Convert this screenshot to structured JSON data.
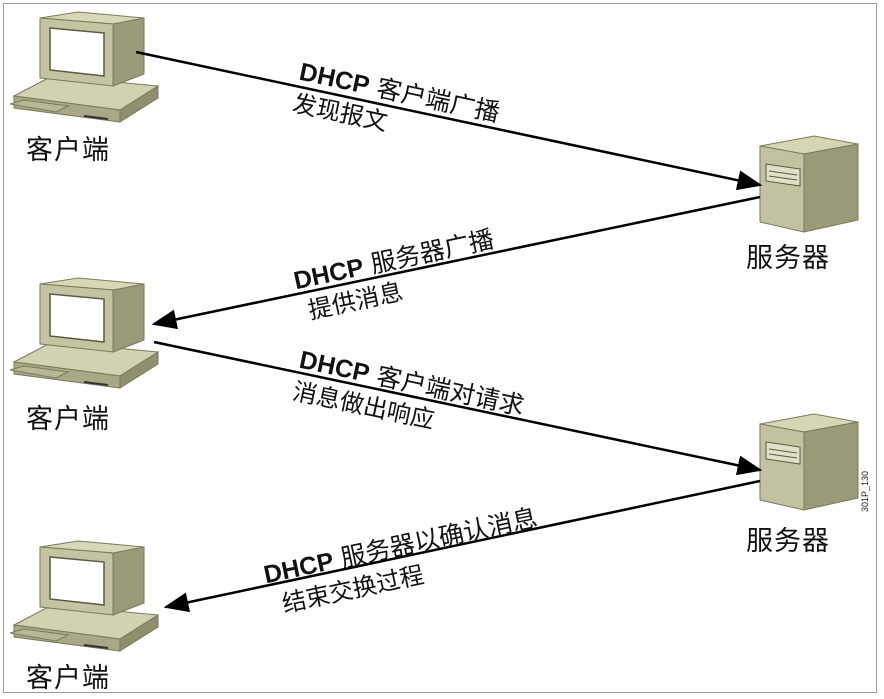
{
  "nodes": {
    "client_1": "客户端",
    "client_2": "客户端",
    "client_3": "客户端",
    "server_1": "服务器",
    "server_2": "服务器"
  },
  "messages": [
    {
      "protocol": "DHCP",
      "title": "客户端广播",
      "subtitle": "发现报文"
    },
    {
      "protocol": "DHCP",
      "title": "服务器广播",
      "subtitle": "提供消息"
    },
    {
      "protocol": "DHCP",
      "title": "客户端对请求",
      "subtitle": "消息做出响应"
    },
    {
      "protocol": "DHCP",
      "title": "服务器以确认消息",
      "subtitle": "结束交换过程"
    }
  ],
  "figure_id": "301P_130",
  "colors": {
    "device_body": "#bdbd9a",
    "device_shade": "#8f8f6e",
    "device_dark": "#6e6e52",
    "screen": "#ffffff",
    "arrow": "#000000"
  }
}
